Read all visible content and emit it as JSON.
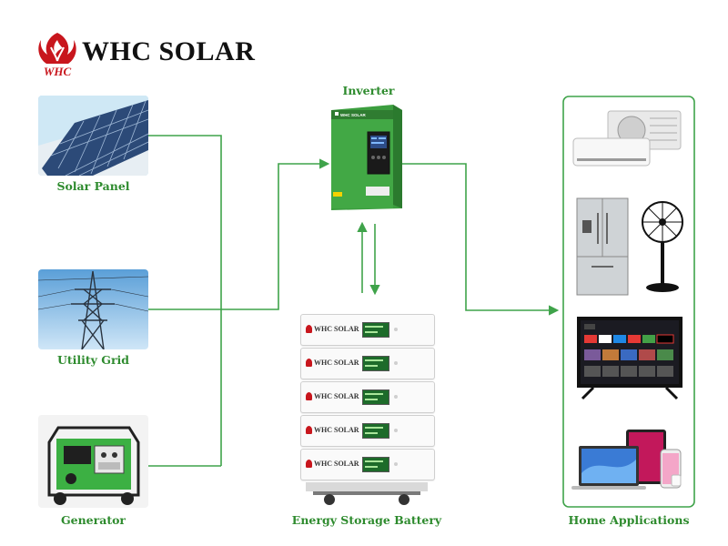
{
  "brand": {
    "name": "WHC SOLAR",
    "logo_letters": "WHC",
    "color": "#c8161d"
  },
  "accent_color": "#3fa34a",
  "sources": [
    {
      "label": "Solar Panel",
      "icon": "solar-panel"
    },
    {
      "label": "Utility Grid",
      "icon": "power-tower"
    },
    {
      "label": "Generator",
      "icon": "generator"
    }
  ],
  "inverter": {
    "label": "Inverter",
    "brand_text": "WHC SOLAR",
    "icon": "inverter"
  },
  "battery": {
    "label": "Energy Storage Battery",
    "module_brand": "WHC SOLAR",
    "module_count": 5,
    "icon": "battery-stack"
  },
  "loads": {
    "label": "Home Applications",
    "items": [
      {
        "icon": "air-conditioner"
      },
      {
        "icon": "refrigerator-and-fan"
      },
      {
        "icon": "smart-tv"
      },
      {
        "icon": "laptop-tablet-phone"
      }
    ]
  }
}
